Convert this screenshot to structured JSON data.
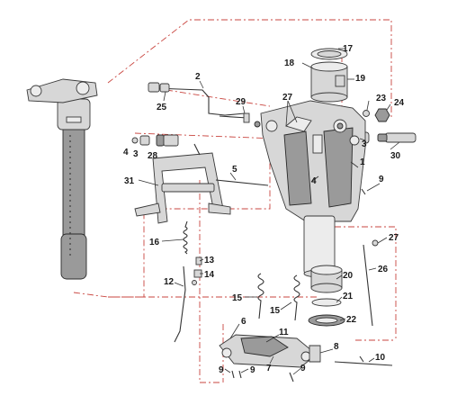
{
  "diagram": {
    "callouts": [
      {
        "id": "c17",
        "label": "17"
      },
      {
        "id": "c18",
        "label": "18"
      },
      {
        "id": "c19",
        "label": "19"
      },
      {
        "id": "c2",
        "label": "2"
      },
      {
        "id": "c25",
        "label": "25"
      },
      {
        "id": "c29",
        "label": "29"
      },
      {
        "id": "c27a",
        "label": "27"
      },
      {
        "id": "c23",
        "label": "23"
      },
      {
        "id": "c24",
        "label": "24"
      },
      {
        "id": "c4a",
        "label": "4"
      },
      {
        "id": "c3a",
        "label": "3"
      },
      {
        "id": "c28",
        "label": "28"
      },
      {
        "id": "c3b",
        "label": "3"
      },
      {
        "id": "c30",
        "label": "30"
      },
      {
        "id": "c1",
        "label": "1"
      },
      {
        "id": "c5",
        "label": "5"
      },
      {
        "id": "c31",
        "label": "31"
      },
      {
        "id": "c4b",
        "label": "4"
      },
      {
        "id": "c9a",
        "label": "9"
      },
      {
        "id": "c27b",
        "label": "27"
      },
      {
        "id": "c16",
        "label": "16"
      },
      {
        "id": "c13",
        "label": "13"
      },
      {
        "id": "c14",
        "label": "14"
      },
      {
        "id": "c12",
        "label": "12"
      },
      {
        "id": "c26",
        "label": "26"
      },
      {
        "id": "c20",
        "label": "20"
      },
      {
        "id": "c15a",
        "label": "15"
      },
      {
        "id": "c15b",
        "label": "15"
      },
      {
        "id": "c21",
        "label": "21"
      },
      {
        "id": "c22",
        "label": "22"
      },
      {
        "id": "c6",
        "label": "6"
      },
      {
        "id": "c11",
        "label": "11"
      },
      {
        "id": "c8",
        "label": "8"
      },
      {
        "id": "c10",
        "label": "10"
      },
      {
        "id": "c9b",
        "label": "9"
      },
      {
        "id": "c9c",
        "label": "9"
      },
      {
        "id": "c7",
        "label": "7"
      },
      {
        "id": "c9d",
        "label": "9"
      }
    ]
  }
}
